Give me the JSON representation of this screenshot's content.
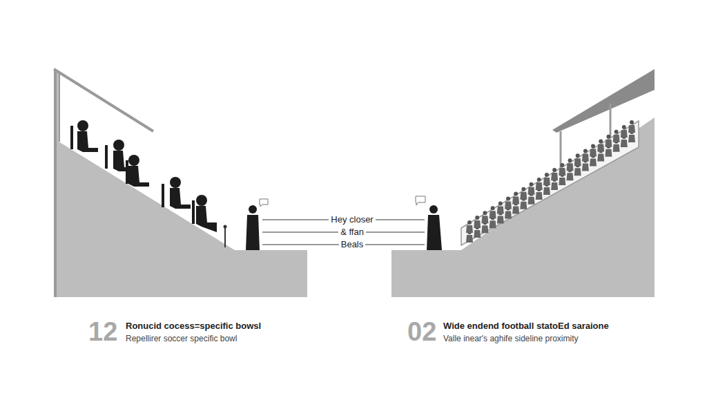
{
  "diagram": {
    "labels": [
      "Hey closer",
      "& ffan",
      "Beals",
      "12",
      "Ronucid cocess=specific bowsl",
      "Repellirer soccer specific bowl",
      "02",
      "Wide endend football statoEd saraione",
      "Valle inear's aghife sideline proximity"
    ]
  }
}
